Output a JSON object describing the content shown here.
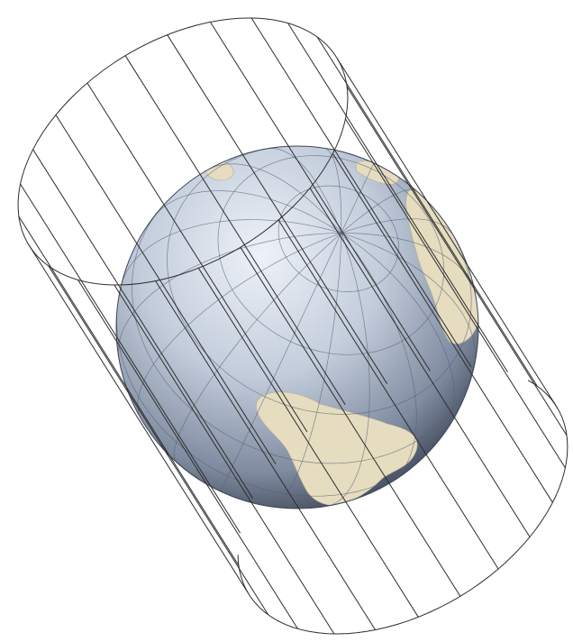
{
  "figure": {
    "kind": "oblique cylindrical projection illustration",
    "colors": {
      "background": "#ffffff",
      "globe_light": "#e9eef6",
      "globe_mid": "#9aa7bb",
      "globe_dark": "#3d4657",
      "land": "#e6dcc0",
      "wireframe": "#2d2d2d",
      "graticule": "#56606e"
    },
    "cylinder_rulings": 24,
    "graticule_meridians": 18,
    "graticule_parallels": 8
  }
}
